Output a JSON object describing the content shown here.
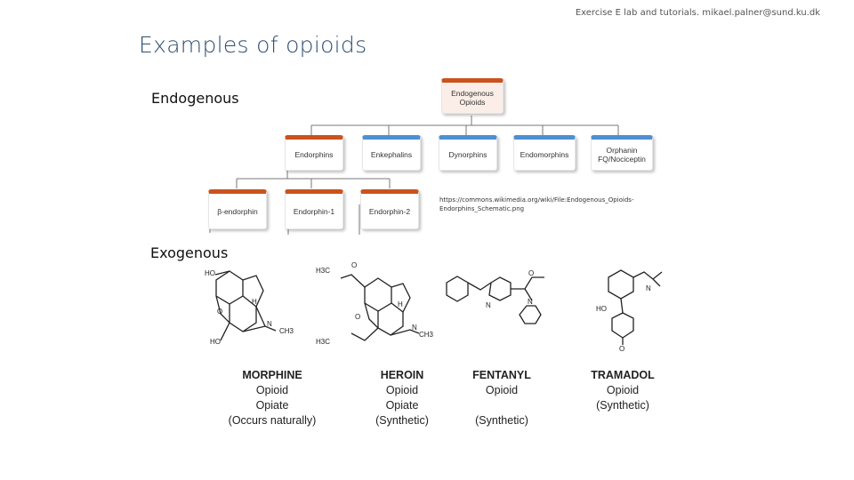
{
  "header": "Exercise E lab and tutorials. mikael.palner@sund.ku.dk",
  "title": "Examples of opioids",
  "sections": {
    "endogenous": "Endogenous",
    "exogenous": "Exogenous"
  },
  "tree": {
    "root": [
      "Endogenous",
      "Opioids"
    ],
    "level1": [
      "Endorphins",
      "Enkephalins",
      "Dynorphins",
      "Endomorphins"
    ],
    "orphanin": [
      "Orphanin",
      "FQ/Nociceptin"
    ],
    "level2": [
      "β-endorphin",
      "Endorphin-1",
      "Endorphin-2"
    ]
  },
  "source": "https://commons.wikimedia.org/wiki/File:Endogenous_Opioids-Endorphins_Schematic.png",
  "molecule_text": {
    "ho": "HO",
    "h": "H",
    "o": "O",
    "n": "N",
    "me": "CH3",
    "acetyl": "H3C",
    "oh": "HO"
  },
  "drugs": [
    {
      "name": "MORPHINE",
      "lines": [
        "Opioid",
        "Opiate",
        "(Occurs naturally)"
      ]
    },
    {
      "name": "HEROIN",
      "lines": [
        "Opioid",
        "Opiate",
        "(Synthetic)"
      ]
    },
    {
      "name": "FENTANYL",
      "lines": [
        "Opioid",
        "",
        "(Synthetic)"
      ]
    },
    {
      "name": "TRAMADOL",
      "lines": [
        "Opioid",
        "(Synthetic)"
      ]
    }
  ],
  "colors": {
    "orange": "#c9531c",
    "blue": "#4f8fd1",
    "title": "#2f4e6f"
  }
}
